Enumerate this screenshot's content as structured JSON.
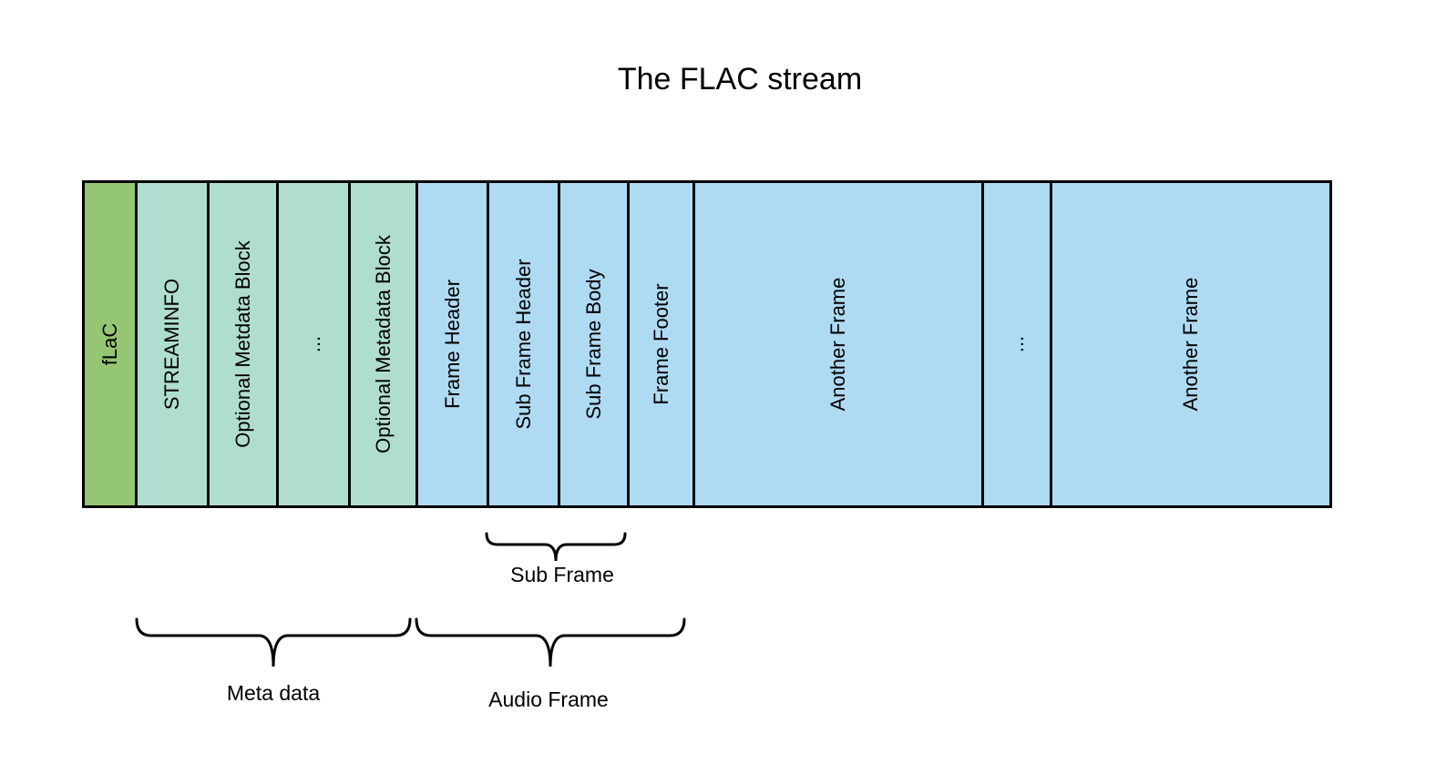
{
  "title": "The FLAC stream",
  "colors": {
    "magic": "#94c673",
    "metadata": "#afddd0",
    "frame": "#aedaf2",
    "line": "#000000"
  },
  "stream": {
    "segments": [
      {
        "label": "fLaC",
        "type": "magic"
      },
      {
        "label": "STREAMINFO",
        "type": "metadata"
      },
      {
        "label": "Optional Metdata Block",
        "type": "metadata"
      },
      {
        "label": "...",
        "type": "metadata"
      },
      {
        "label": "Optional Metadata Block",
        "type": "metadata"
      },
      {
        "label": "Frame Header",
        "type": "frame"
      },
      {
        "label": "Sub Frame Header",
        "type": "frame"
      },
      {
        "label": "Sub Frame Body",
        "type": "frame"
      },
      {
        "label": "Frame Footer",
        "type": "frame"
      },
      {
        "label": "Another Frame",
        "type": "frame"
      },
      {
        "label": "...",
        "type": "frame"
      },
      {
        "label": "Another Frame",
        "type": "frame"
      }
    ]
  },
  "braces": {
    "sub_frame": {
      "label": "Sub Frame"
    },
    "meta_data": {
      "label": "Meta data"
    },
    "audio_frame": {
      "label": "Audio Frame"
    }
  }
}
